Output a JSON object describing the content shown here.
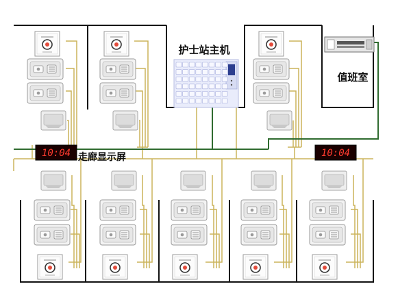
{
  "labels": {
    "nurse_station_host": "护士站主机",
    "duty_room": "值班室",
    "corridor_display": "走廊显示屏"
  },
  "displays": [
    {
      "id": "left",
      "time": "10:04"
    },
    {
      "id": "right",
      "time": "10:04"
    }
  ],
  "colors": {
    "bus_line": "#2f6b2f",
    "branch_line": "#cbb45a",
    "wall": "#111111",
    "led_bg": "#1a0000",
    "led_text": "#ff3b2f",
    "host_panel": "#e9ecfb"
  },
  "icons": {
    "bedside_extension": "bedside-extension-icon",
    "call_button": "call-button-icon",
    "door_display": "door-display-icon",
    "host_unit": "host-unit-icon",
    "duty_unit": "duty-unit-icon"
  }
}
